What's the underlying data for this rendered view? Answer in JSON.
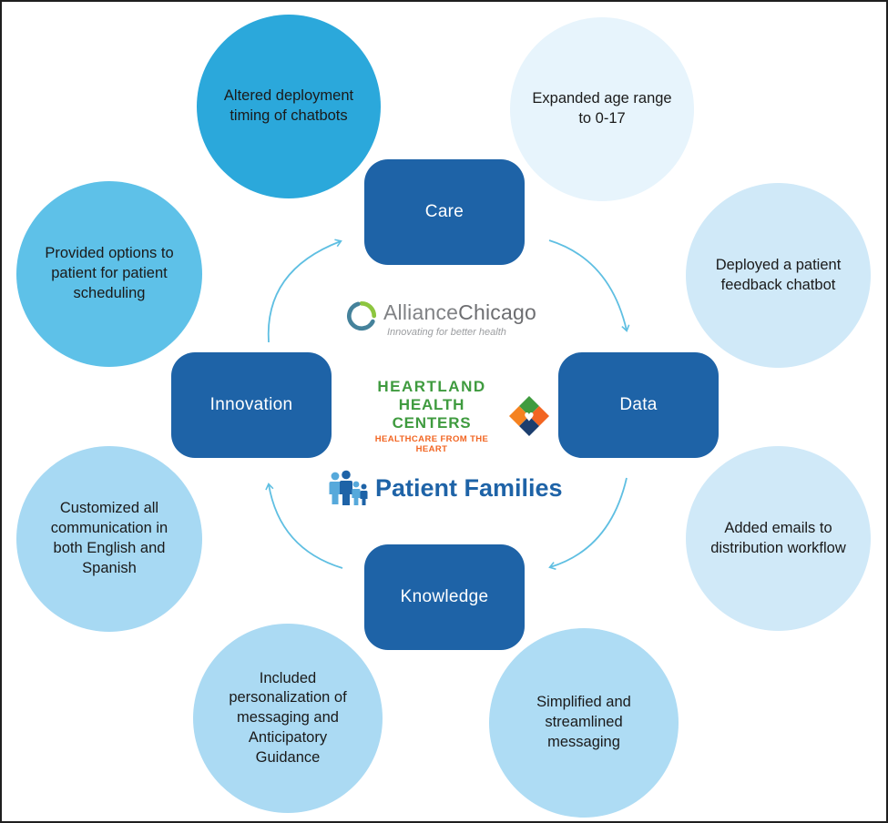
{
  "diagram": {
    "title_hidden": "",
    "center": {
      "alliance_logo": {
        "name_part1": "Alliance",
        "name_part2": "Chicago",
        "tagline": "Innovating for better health"
      },
      "heartland_logo": {
        "line1": "HEARTLAND",
        "line2": "HEALTH CENTERS",
        "line3": "HEALTHCARE FROM THE HEART"
      },
      "patient_families_label": "Patient Families"
    },
    "nodes": [
      {
        "id": "care",
        "label": "Care"
      },
      {
        "id": "data",
        "label": "Data"
      },
      {
        "id": "knowledge",
        "label": "Knowledge"
      },
      {
        "id": "innovation",
        "label": "Innovation"
      }
    ],
    "bubbles": [
      {
        "id": "altered-deployment",
        "text": "Altered deployment timing of chatbots",
        "color": "#2BA8DB"
      },
      {
        "id": "expanded-age",
        "text": "Expanded age range to 0-17",
        "color": "#E7F4FC"
      },
      {
        "id": "deployed-chatbot",
        "text": "Deployed a patient feedback chatbot",
        "color": "#D0E9F8"
      },
      {
        "id": "added-emails",
        "text": "Added emails to distribution workflow",
        "color": "#D0E9F8"
      },
      {
        "id": "simplified-messaging",
        "text": "Simplified and streamlined messaging",
        "color": "#AEDCF4"
      },
      {
        "id": "included-personalization",
        "text": "Included personalization of messaging and Anticipatory Guidance",
        "color": "#ABDAF3"
      },
      {
        "id": "customized-communication",
        "text": "Customized all communication in both English and Spanish",
        "color": "#A7D9F3"
      },
      {
        "id": "provided-options",
        "text": "Provided options to patient for patient scheduling",
        "color": "#5EC1E8"
      }
    ],
    "colors": {
      "node_fill": "#1E63A7",
      "node_text": "#FFFFFF",
      "arrow": "#5FBFE2",
      "patient_families_text": "#1E63A7",
      "heartland_green": "#3F9B3F",
      "heartland_orange": "#F26522",
      "alliance_gray": "#808285"
    }
  }
}
